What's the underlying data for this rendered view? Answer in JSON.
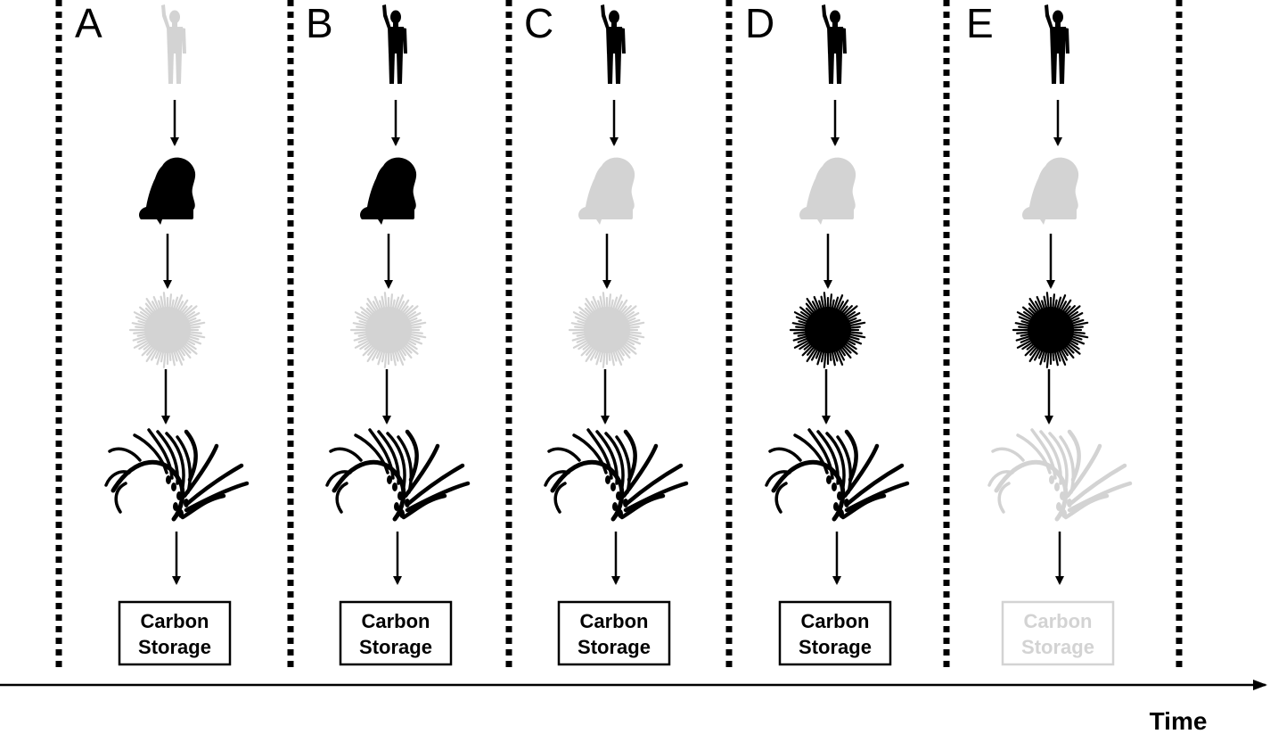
{
  "colors": {
    "active": "#000000",
    "faded": "#d3d3d3",
    "dotted_line": "#000000",
    "background": "#ffffff"
  },
  "icons": [
    "human-silhouette-icon",
    "sea-otter-icon",
    "sea-urchin-icon",
    "kelp-icon"
  ],
  "box": {
    "line1": "Carbon",
    "line2": "Storage"
  },
  "time_label": "Time",
  "panels": [
    {
      "letter": "A",
      "human": "faded",
      "otter": "active",
      "urchin": "faded",
      "kelp": "active",
      "carbon": "active"
    },
    {
      "letter": "B",
      "human": "active",
      "otter": "active",
      "urchin": "faded",
      "kelp": "active",
      "carbon": "active"
    },
    {
      "letter": "C",
      "human": "active",
      "otter": "faded",
      "urchin": "faded",
      "kelp": "active",
      "carbon": "active"
    },
    {
      "letter": "D",
      "human": "active",
      "otter": "faded",
      "urchin": "active",
      "kelp": "active",
      "carbon": "active"
    },
    {
      "letter": "E",
      "human": "active",
      "otter": "faded",
      "urchin": "active",
      "kelp": "faded",
      "carbon": "faded"
    }
  ]
}
